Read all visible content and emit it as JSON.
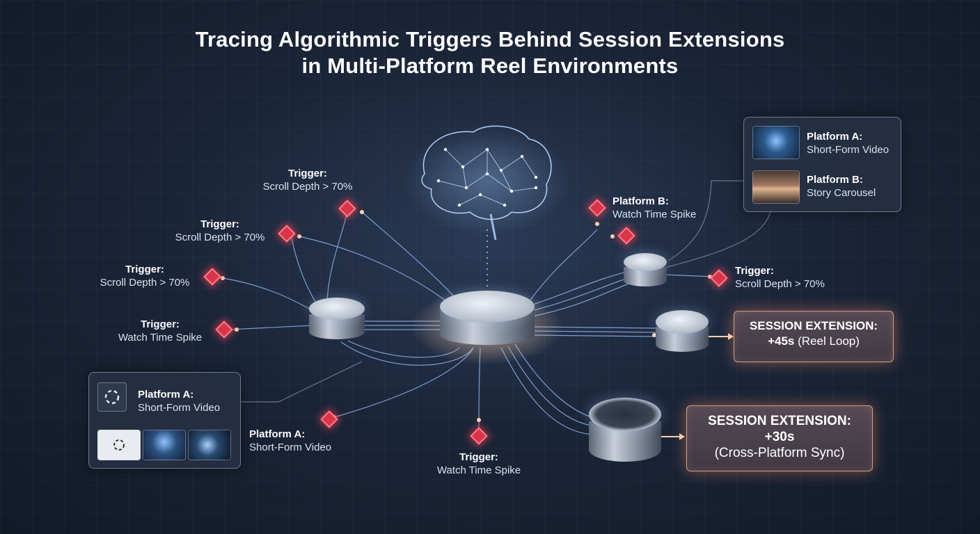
{
  "title_line1": "Tracing Algorithmic Triggers Behind Session Extensions",
  "title_line2": "in Multi-Platform Reel Environments",
  "triggers": {
    "t1": {
      "heading": "Trigger:",
      "text": "Scroll Depth > 70%"
    },
    "t2": {
      "heading": "Trigger:",
      "text": "Scroll Depth > 70%"
    },
    "t3": {
      "heading": "Trigger:",
      "text": "Scroll Depth > 70%"
    },
    "t4": {
      "heading": "Trigger:",
      "text": "Watch Time Spike"
    },
    "t5": {
      "heading": "Trigger:",
      "text": "Watch Time Spike"
    },
    "t6": {
      "heading": "Trigger:",
      "text": "Scroll Depth > 70%"
    }
  },
  "platform_labels": {
    "pb_watch": {
      "heading": "Platform B:",
      "text": "Watch Time Spike"
    },
    "pa_short": {
      "heading": "Platform A:",
      "text": "Short-Form Video"
    }
  },
  "legend_top_right": {
    "item1": {
      "heading": "Platform A:",
      "text": "Short-Form Video"
    },
    "item2": {
      "heading": "Platform B:",
      "text": "Story Carousel"
    }
  },
  "legend_bottom_left": {
    "heading": "Platform A:",
    "text": "Short-Form Video"
  },
  "session_extensions": {
    "ext1": {
      "heading": "SESSION EXTENSION:",
      "value": "+45s",
      "note": "(Reel Loop)"
    },
    "ext2": {
      "heading": "SESSION EXTENSION:",
      "value": "+30s",
      "note": "(Cross-Platform Sync)"
    }
  },
  "colors": {
    "trigger": "#d8344a",
    "wire": "#9fc4ff",
    "glow": "#ffb48a"
  }
}
